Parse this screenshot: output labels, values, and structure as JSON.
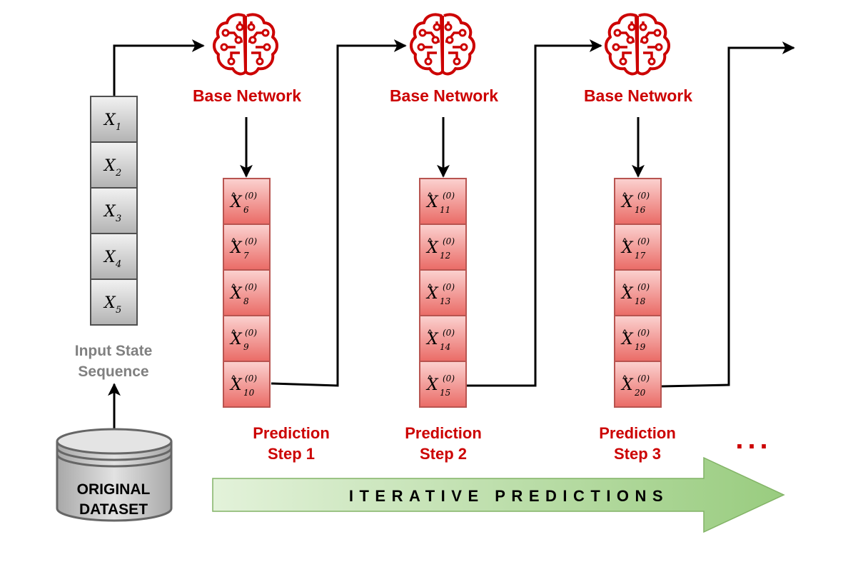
{
  "input": {
    "cells": [
      {
        "sym": "X",
        "sub": "1"
      },
      {
        "sym": "X",
        "sub": "2"
      },
      {
        "sym": "X",
        "sub": "3"
      },
      {
        "sym": "X",
        "sub": "4"
      },
      {
        "sym": "X",
        "sub": "5"
      }
    ],
    "label_line1": "Input State",
    "label_line2": "Sequence"
  },
  "dataset": {
    "label_line1": "ORIGINAL",
    "label_line2": "DATASET"
  },
  "steps": [
    {
      "network_label": "Base Network",
      "step_line1": "Prediction",
      "step_line2": "Step 1",
      "cells": [
        {
          "sym": "X",
          "sub": "6",
          "sup": "(0)"
        },
        {
          "sym": "X",
          "sub": "7",
          "sup": "(0)"
        },
        {
          "sym": "X",
          "sub": "8",
          "sup": "(0)"
        },
        {
          "sym": "X",
          "sub": "9",
          "sup": "(0)"
        },
        {
          "sym": "X",
          "sub": "10",
          "sup": "(0)"
        }
      ]
    },
    {
      "network_label": "Base Network",
      "step_line1": "Prediction",
      "step_line2": "Step 2",
      "cells": [
        {
          "sym": "X",
          "sub": "11",
          "sup": "(0)"
        },
        {
          "sym": "X",
          "sub": "12",
          "sup": "(0)"
        },
        {
          "sym": "X",
          "sub": "13",
          "sup": "(0)"
        },
        {
          "sym": "X",
          "sub": "14",
          "sup": "(0)"
        },
        {
          "sym": "X",
          "sub": "15",
          "sup": "(0)"
        }
      ]
    },
    {
      "network_label": "Base Network",
      "step_line1": "Prediction",
      "step_line2": "Step 3",
      "cells": [
        {
          "sym": "X",
          "sub": "16",
          "sup": "(0)"
        },
        {
          "sym": "X",
          "sub": "17",
          "sup": "(0)"
        },
        {
          "sym": "X",
          "sub": "18",
          "sup": "(0)"
        },
        {
          "sym": "X",
          "sub": "19",
          "sup": "(0)"
        },
        {
          "sym": "X",
          "sub": "20",
          "sup": "(0)"
        }
      ]
    }
  ],
  "iterative_arrow": {
    "label": "ITERATIVE PREDICTIONS"
  },
  "continuation": "...",
  "icons": {
    "network": "brain-circuit-icon",
    "dataset": "database-icon"
  },
  "colors": {
    "network_red": "#cc0000",
    "prediction_fill": "#f19c99",
    "prediction_stroke": "#b85450",
    "input_fill": "#d0d0d0",
    "input_stroke": "#4f4f4f",
    "arrow_green": "#b4dca0"
  }
}
